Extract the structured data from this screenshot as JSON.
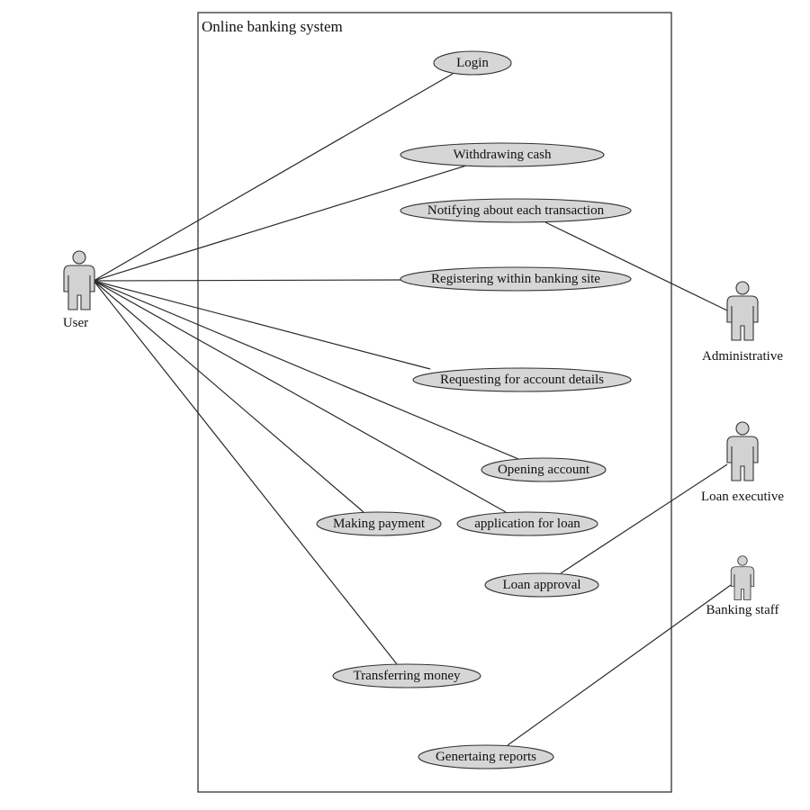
{
  "system": {
    "title": "Online banking system"
  },
  "colors": {
    "use_case_fill": "#d6d6d6",
    "actor_fill": "#d2d2d2",
    "line": "#2a2a2a"
  },
  "actors": [
    {
      "id": "user",
      "label": "User"
    },
    {
      "id": "administrative",
      "label": "Administrative"
    },
    {
      "id": "loan_executive",
      "label": "Loan executive"
    },
    {
      "id": "banking_staff",
      "label": "Banking staff"
    }
  ],
  "use_cases": [
    {
      "id": "login",
      "label": "Login"
    },
    {
      "id": "withdrawing_cash",
      "label": "Withdrawing cash"
    },
    {
      "id": "notifying",
      "label": "Notifying about each transaction"
    },
    {
      "id": "registering",
      "label": "Registering within banking site"
    },
    {
      "id": "requesting_details",
      "label": "Requesting for account details"
    },
    {
      "id": "opening_account",
      "label": "Opening account"
    },
    {
      "id": "making_payment",
      "label": "Making payment"
    },
    {
      "id": "application_loan",
      "label": "application for loan"
    },
    {
      "id": "loan_approval",
      "label": "Loan approval"
    },
    {
      "id": "transferring_money",
      "label": "Transferring money"
    },
    {
      "id": "generating_reports",
      "label": "Genertaing reports"
    }
  ],
  "associations": [
    {
      "actor": "user",
      "use_case": "login"
    },
    {
      "actor": "user",
      "use_case": "withdrawing_cash"
    },
    {
      "actor": "user",
      "use_case": "registering"
    },
    {
      "actor": "user",
      "use_case": "requesting_details"
    },
    {
      "actor": "user",
      "use_case": "opening_account"
    },
    {
      "actor": "user",
      "use_case": "making_payment"
    },
    {
      "actor": "user",
      "use_case": "application_loan"
    },
    {
      "actor": "user",
      "use_case": "transferring_money"
    },
    {
      "actor": "administrative",
      "use_case": "notifying"
    },
    {
      "actor": "loan_executive",
      "use_case": "loan_approval"
    },
    {
      "actor": "banking_staff",
      "use_case": "generating_reports"
    }
  ]
}
